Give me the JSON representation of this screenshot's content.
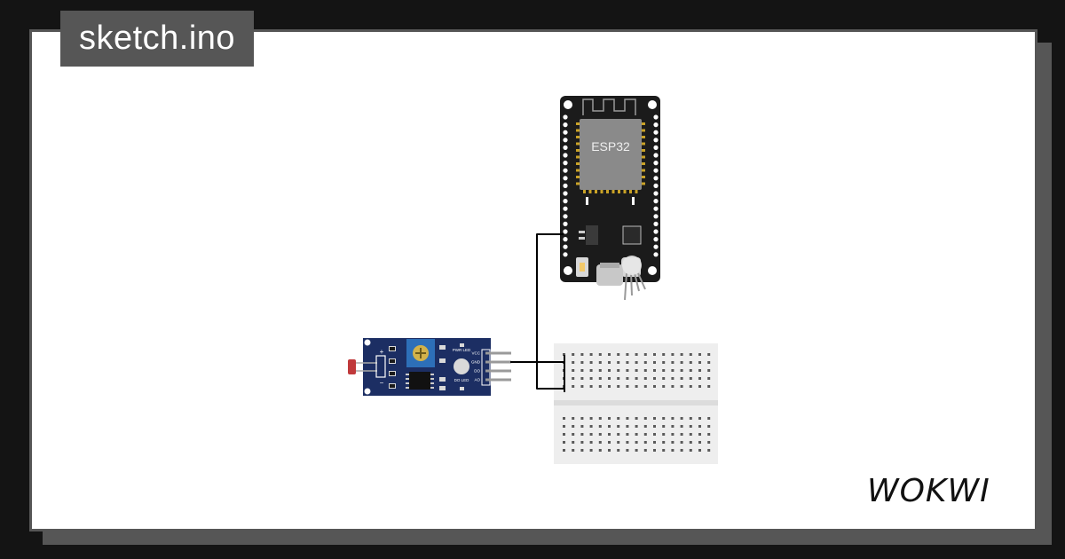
{
  "window": {
    "title": "sketch.ino"
  },
  "components": {
    "esp32": {
      "label": "ESP32"
    },
    "ldr_module": {
      "pins": [
        "VCC",
        "GND",
        "DO",
        "AO"
      ],
      "led_labels": [
        "PWR LED",
        "DO LED"
      ],
      "polarity_plus": "+",
      "polarity_minus": "−"
    },
    "breadboard": {
      "type": "mini"
    }
  },
  "brand": {
    "logo_text": "WOKWI",
    "logo_icon": "wokwi-logo"
  },
  "colors": {
    "background": "#141414",
    "frame": "#565656",
    "canvas": "#ffffff",
    "esp32_board": "#1b1b1b",
    "ldr_board": "#1c2e63",
    "potentiometer": "#2d6fb8",
    "breadboard": "#eeeeee",
    "wire": "#000000"
  }
}
